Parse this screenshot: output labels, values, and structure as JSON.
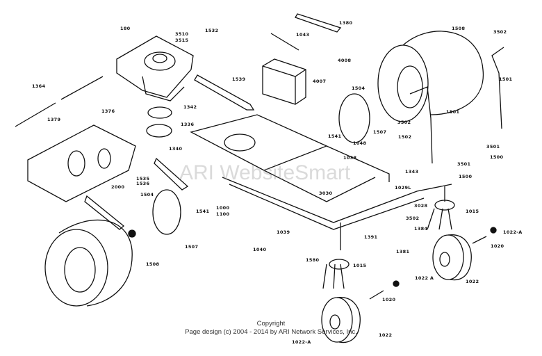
{
  "watermark": "ARI WebsiteSmart",
  "footer": {
    "copyright": "Copyright",
    "page_design": "Page design (c) 2004 - 2014 by ARI Network Services, Inc."
  },
  "part_labels": [
    "180",
    "3510",
    "3515",
    "1532",
    "1364",
    "1376",
    "1379",
    "1539",
    "1342",
    "1336",
    "1340",
    "1535",
    "1536",
    "2000",
    "1504",
    "1541",
    "1000",
    "1100",
    "1507",
    "1040",
    "1039",
    "1580",
    "1508",
    "1380",
    "1043",
    "4008",
    "4007",
    "1504",
    "1507",
    "3502",
    "1502",
    "1541",
    "1048",
    "1038",
    "1343",
    "1029L",
    "3030",
    "3028",
    "3502",
    "1384",
    "1391",
    "1381",
    "1015",
    "1015",
    "1022-A",
    "1020",
    "1022 A",
    "1022",
    "1020",
    "1022-A",
    "1022",
    "1508",
    "3502",
    "1501",
    "1501",
    "3501",
    "1500",
    "3501",
    "1500"
  ]
}
